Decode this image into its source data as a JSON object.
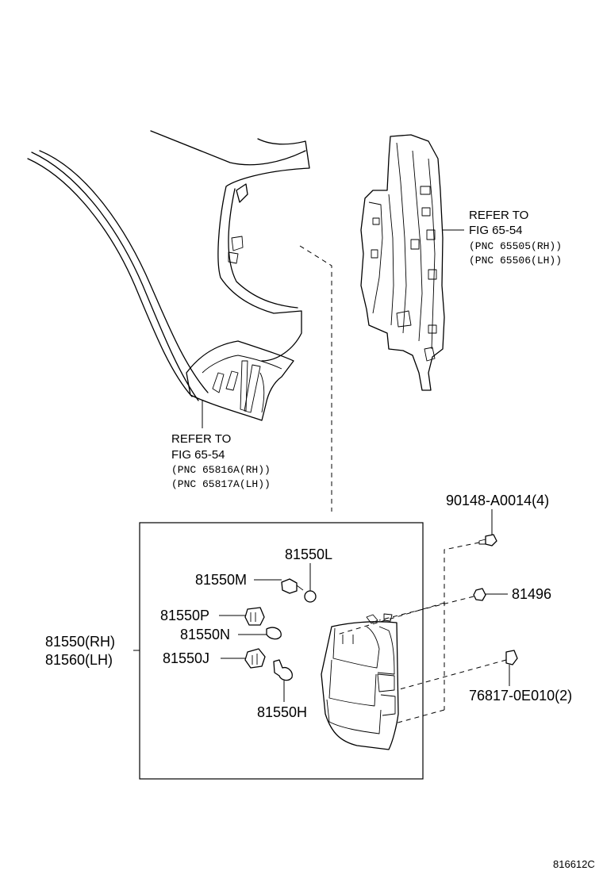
{
  "refer_upper": {
    "line1": "REFER TO",
    "line2": "FIG 65-54",
    "pnc_rh": "(PNC 65505(RH))",
    "pnc_lh": "(PNC 65506(LH))"
  },
  "refer_lower": {
    "line1": "REFER TO",
    "line2": "FIG 65-54",
    "pnc_rh": "(PNC 65816A(RH))",
    "pnc_lh": "(PNC 65817A(LH))"
  },
  "parts": {
    "p90148": "90148-A0014(4)",
    "p81496": "81496",
    "p76817": "76817-0E010(2)",
    "p81550L": "81550L",
    "p81550M": "81550M",
    "p81550P": "81550P",
    "p81550N": "81550N",
    "p81550J": "81550J",
    "p81550H": "81550H",
    "p81550RH": "81550(RH)",
    "p81560LH": "81560(LH)"
  },
  "figure_id": "816612C"
}
